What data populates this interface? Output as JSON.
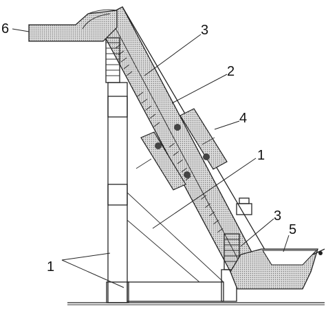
{
  "callouts": {
    "c1_right": "1",
    "c1_left": "1",
    "c2": "2",
    "c3_top": "3",
    "c3_bottom": "3",
    "c4": "4",
    "c5": "5",
    "c6": "6"
  },
  "colors": {
    "line": "#222222",
    "stipple": "#c8c8c8",
    "background": "#ffffff"
  }
}
